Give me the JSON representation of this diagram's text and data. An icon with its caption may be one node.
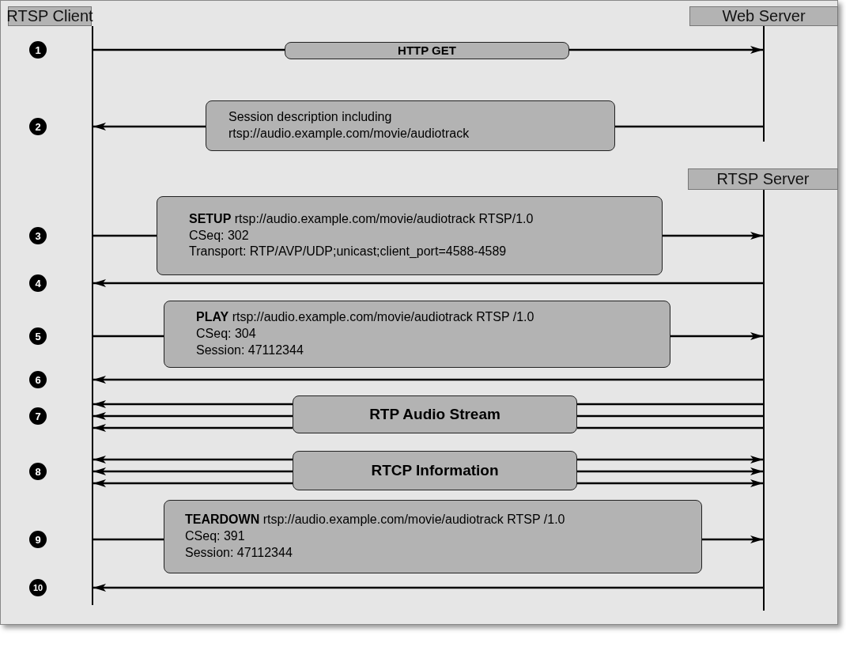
{
  "diagram": {
    "nodes": [
      {
        "text": [
          "RTSP Client"
        ]
      },
      {
        "text": [],
        "shape": "line"
      },
      {
        "text": [
          "Web Server"
        ]
      },
      {
        "text": [],
        "shape": "line"
      },
      {
        "text": [
          "RTSP Server"
        ]
      },
      {
        "text": [],
        "shape": "line"
      },
      {
        "text": [
          "HTTP GET"
        ]
      },
      {
        "text": [
          "Session description including rtsp://audio.example.com/movie/audiotrack"
        ]
      },
      {
        "text": [
          "**SETUP** rtsp://audio.example.com/movie/audiotrack RTSP/1.0",
          "CSeq: 302",
          "Transport: RTP/AVP/UDP;unicast;client_port=4588-4589"
        ]
      },
      {
        "text": [
          "**PLAY** rtsp://audio.example.com/movie/audiotrack RTSP /1.0",
          "CSeq: 304",
          "Session: 47112344"
        ]
      },
      {
        "text": [
          "RTP Audio Stream"
        ]
      },
      {
        "text": [
          "RTCP Information"
        ]
      },
      {
        "text": [
          "**TEARDOWN** rtsp://audio.example.com/movie/audiotrack RTSP /1.0",
          "CSeq: 391",
          "Session: 47112344"
        ]
      }
    ],
    "edges": [
      {
        "from": 1,
        "to": 6,
        "arrow": "none"
      },
      {
        "from": 6,
        "to": 3,
        "arrow": "to"
      },
      {
        "from": 3,
        "to": 7,
        "arrow": "none"
      },
      {
        "from": 7,
        "to": 1,
        "arrow": "to"
      },
      {
        "from": 1,
        "to": 8,
        "arrow": "none"
      },
      {
        "from": 8,
        "to": 5,
        "arrow": "to"
      },
      {
        "from": 5,
        "to": 1,
        "arrow": "to"
      },
      {
        "from": 1,
        "to": 9,
        "arrow": "none"
      },
      {
        "from": 9,
        "to": 5,
        "arrow": "to"
      },
      {
        "from": 5,
        "to": 1,
        "arrow": "to"
      },
      {
        "from": 5,
        "to": 10,
        "arrow": "none"
      },
      {
        "from": 10,
        "to": 1,
        "arrow": "to"
      },
      {
        "from": 5,
        "to": 10,
        "arrow": "none"
      },
      {
        "from": 10,
        "to": 1,
        "arrow": "to"
      },
      {
        "from": 5,
        "to": 10,
        "arrow": "none"
      },
      {
        "from": 10,
        "to": 1,
        "arrow": "to"
      },
      {
        "from": 11,
        "to": 1,
        "arrow": "to"
      },
      {
        "from": 11,
        "to": 5,
        "arrow": "to"
      },
      {
        "from": 11,
        "to": 1,
        "arrow": "to"
      },
      {
        "from": 11,
        "to": 5,
        "arrow": "to"
      },
      {
        "from": 11,
        "to": 1,
        "arrow": "to"
      },
      {
        "from": 11,
        "to": 5,
        "arrow": "to"
      },
      {
        "from": 1,
        "to": 12,
        "arrow": "none"
      },
      {
        "from": 12,
        "to": 5,
        "arrow": "to"
      },
      {
        "from": 5,
        "to": 1,
        "arrow": "to"
      }
    ],
    "labels": [
      "1",
      "2",
      "3",
      "4",
      "5",
      "6",
      "7",
      "8",
      "9",
      "10"
    ]
  }
}
